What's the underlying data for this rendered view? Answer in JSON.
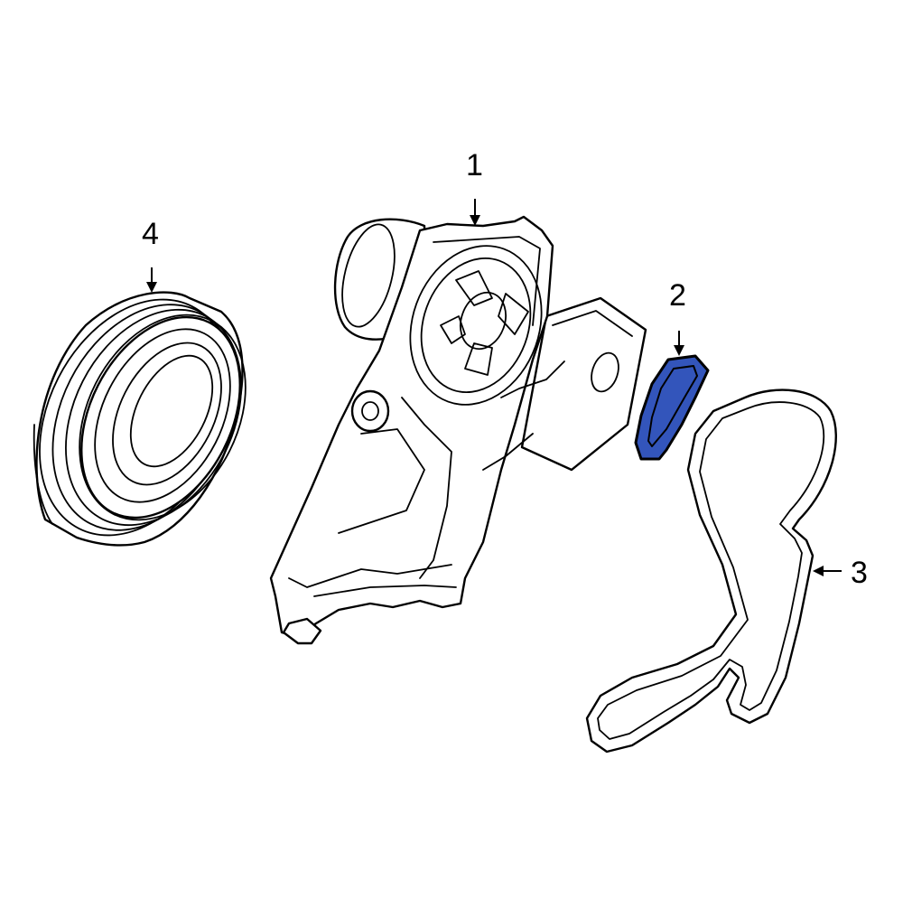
{
  "colors": {
    "highlight": "#3355BB",
    "line": "#000000",
    "background": "#FFFFFF"
  },
  "callouts": {
    "c1": "1",
    "c2": "2",
    "c3": "3",
    "c4": "4"
  }
}
